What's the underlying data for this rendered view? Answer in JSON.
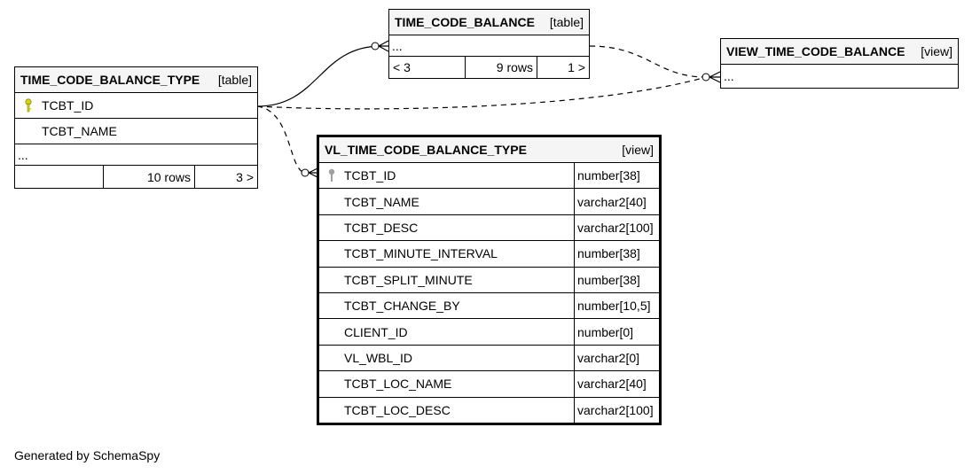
{
  "tables": {
    "time_code_balance_type": {
      "name": "TIME_CODE_BALANCE_TYPE",
      "kind": "[table]",
      "columns": [
        "TCBT_ID",
        "TCBT_NAME"
      ],
      "ellipsis": "...",
      "footer": {
        "parents": "",
        "rows": "10 rows",
        "children": "3 >"
      }
    },
    "time_code_balance": {
      "name": "TIME_CODE_BALANCE",
      "kind": "[table]",
      "ellipsis": "...",
      "footer": {
        "parents": "< 3",
        "rows": "9 rows",
        "children": "1 >"
      }
    },
    "view_time_code_balance": {
      "name": "VIEW_TIME_CODE_BALANCE",
      "kind": "[view]",
      "ellipsis": "..."
    },
    "vl_time_code_balance_type": {
      "name": "VL_TIME_CODE_BALANCE_TYPE",
      "kind": "[view]",
      "columns": [
        {
          "name": "TCBT_ID",
          "type": "number[38]"
        },
        {
          "name": "TCBT_NAME",
          "type": "varchar2[40]"
        },
        {
          "name": "TCBT_DESC",
          "type": "varchar2[100]"
        },
        {
          "name": "TCBT_MINUTE_INTERVAL",
          "type": "number[38]"
        },
        {
          "name": "TCBT_SPLIT_MINUTE",
          "type": "number[38]"
        },
        {
          "name": "TCBT_CHANGE_BY",
          "type": "number[10,5]"
        },
        {
          "name": "CLIENT_ID",
          "type": "number[0]"
        },
        {
          "name": "VL_WBL_ID",
          "type": "varchar2[0]"
        },
        {
          "name": "TCBT_LOC_NAME",
          "type": "varchar2[40]"
        },
        {
          "name": "TCBT_LOC_DESC",
          "type": "varchar2[100]"
        }
      ]
    }
  },
  "colors": {
    "primary_key": "#d8d800",
    "implied_key": "#a0a0a0"
  },
  "icons": {
    "primary_key": "key-icon",
    "implied_key": "key-icon"
  },
  "generated_by": "Generated by SchemaSpy"
}
